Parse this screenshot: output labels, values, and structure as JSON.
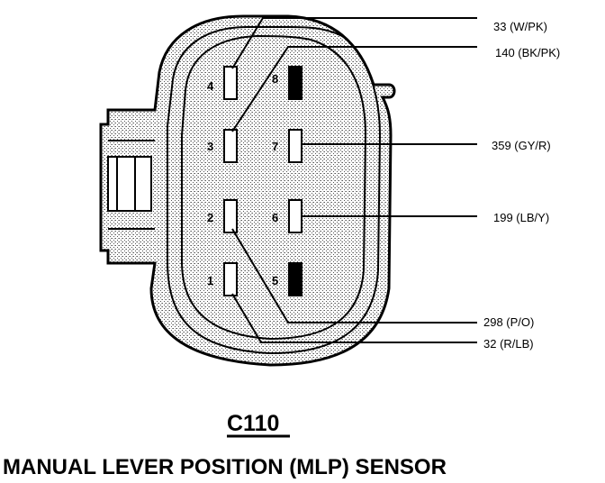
{
  "connector": {
    "id": "C110",
    "title": "MANUAL LEVER POSITION (MLP) SENSOR"
  },
  "pins": [
    {
      "number": "1",
      "state": "open"
    },
    {
      "number": "2",
      "state": "open"
    },
    {
      "number": "3",
      "state": "open"
    },
    {
      "number": "4",
      "state": "open"
    },
    {
      "number": "5",
      "state": "filled"
    },
    {
      "number": "6",
      "state": "open"
    },
    {
      "number": "7",
      "state": "open"
    },
    {
      "number": "8",
      "state": "filled"
    }
  ],
  "wires": [
    {
      "circuit": "33 (W/PK)",
      "pin": "4"
    },
    {
      "circuit": "140 (BK/PK)",
      "pin": "3"
    },
    {
      "circuit": "359 (GY/R)",
      "pin": "7"
    },
    {
      "circuit": "199 (LB/Y)",
      "pin": "6"
    },
    {
      "circuit": "298 (P/O)",
      "pin": "2"
    },
    {
      "circuit": "32 (R/LB)",
      "pin": "1"
    }
  ]
}
